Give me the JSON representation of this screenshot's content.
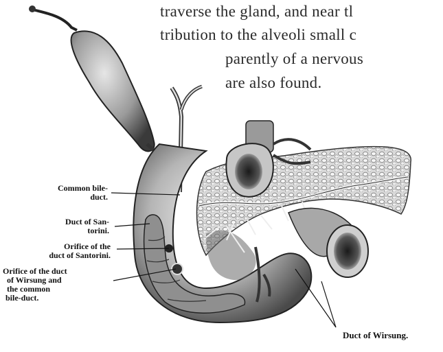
{
  "body_text": {
    "line1": "traverse the gland, and near tl",
    "line2": "tribution to the alveoli small c",
    "line3": "parently of a nervous",
    "line4": "are also found."
  },
  "figure": {
    "labels": {
      "common_bile_duct": [
        "Common bile-",
        "duct."
      ],
      "duct_of_santorini": [
        "Duct of San-",
        "torini."
      ],
      "orifice_santorini": [
        "Orifice of the",
        "duct of Santorini."
      ],
      "orifice_wirsung": [
        "Orifice of the duct",
        "of Wirsung and",
        "the common",
        "bile-duct."
      ],
      "duct_of_wirsung": "Duct of Wirsung."
    }
  }
}
